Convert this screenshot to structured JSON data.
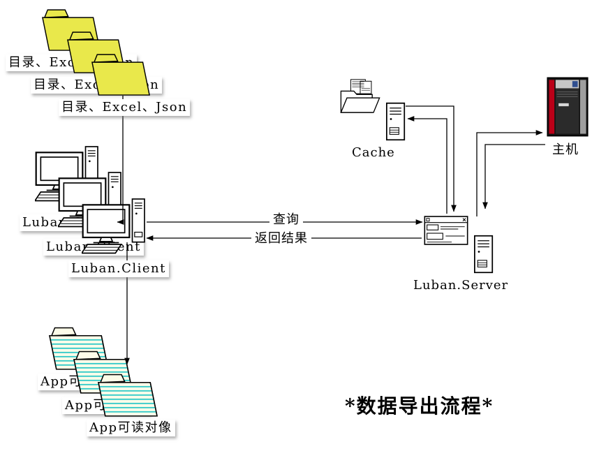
{
  "title": "*数据导出流程*",
  "nodes": {
    "export_folders": {
      "items": [
        {
          "label": "目录、Excel、Json"
        },
        {
          "label": "目录、Excel、Json"
        },
        {
          "label": "目录、Excel、Json"
        }
      ]
    },
    "clients": {
      "items": [
        {
          "label": "Luban.Client"
        },
        {
          "label": "Luban.Client"
        },
        {
          "label": "Luban.Client"
        }
      ]
    },
    "app_objects": {
      "items": [
        {
          "label": "App可读对像"
        },
        {
          "label": "App可读对像"
        },
        {
          "label": "App可读对像"
        }
      ]
    },
    "cache": {
      "label": "Cache"
    },
    "server": {
      "label": "Luban.Server"
    },
    "host": {
      "label": "主机"
    }
  },
  "edges": {
    "query_label": "查询",
    "result_label": "返回结果"
  },
  "colors": {
    "folder_yellow": "#E9E84B",
    "doc_fill": "#FDFCE9",
    "doc_stripe": "#27C7C7",
    "host_red": "#BB0018",
    "host_dark": "#151515",
    "line": "#000000"
  }
}
